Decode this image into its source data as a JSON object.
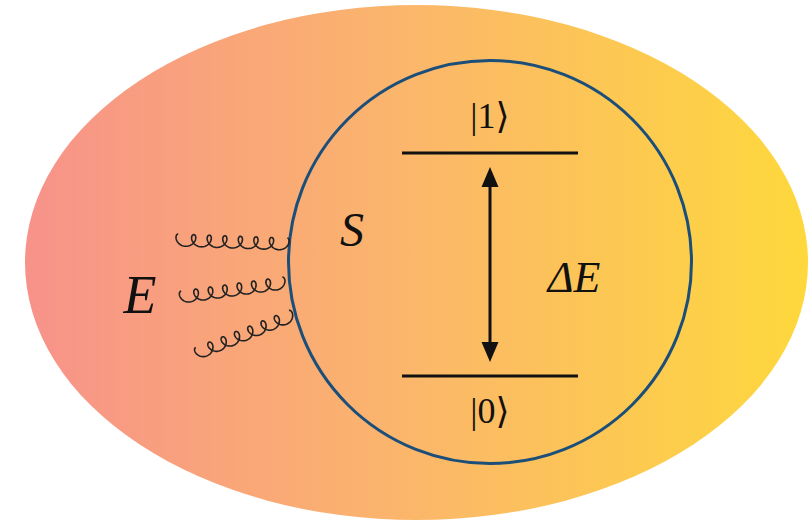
{
  "diagram": {
    "nodes": [
      {
        "text": [
          "E"
        ]
      },
      {
        "text": [
          "S"
        ],
        "in": 0
      }
    ],
    "labels": [
      "|1⟩",
      "|0⟩",
      "ΔE"
    ]
  }
}
